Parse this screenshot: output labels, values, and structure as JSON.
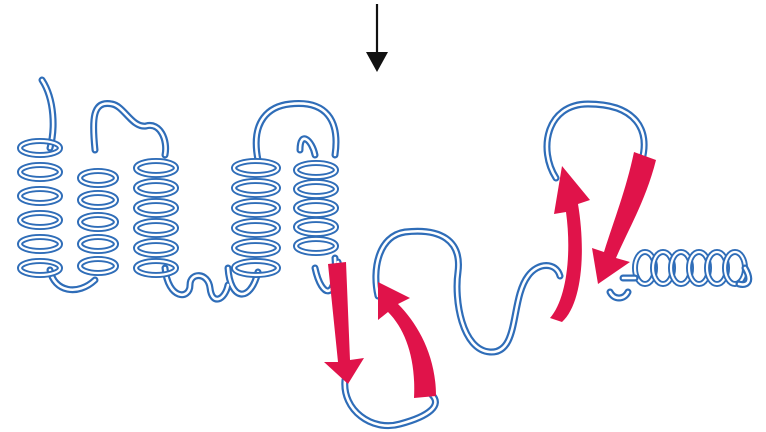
{
  "diagram": {
    "kind": "protein secondary structure schematic",
    "colors": {
      "ribbon": "#2f6db8",
      "ribbon_core": "#ffffff",
      "beta_strand": "#e0134a",
      "marker_arrow": "#111111",
      "background": "#ffffff"
    },
    "alpha_helices": [
      {
        "id": "helix-1",
        "turns": 6
      },
      {
        "id": "helix-2",
        "turns": 5
      },
      {
        "id": "helix-3",
        "turns": 6
      },
      {
        "id": "helix-4",
        "turns": 6
      },
      {
        "id": "helix-5",
        "turns": 5
      },
      {
        "id": "helix-6",
        "turns": 6
      }
    ],
    "beta_strands": [
      {
        "id": "strand-1",
        "direction": "down"
      },
      {
        "id": "strand-2",
        "direction": "up"
      },
      {
        "id": "strand-3",
        "direction": "up"
      },
      {
        "id": "strand-4",
        "direction": "down"
      }
    ],
    "marker": {
      "icon": "down-arrow-icon",
      "direction": "down"
    }
  }
}
